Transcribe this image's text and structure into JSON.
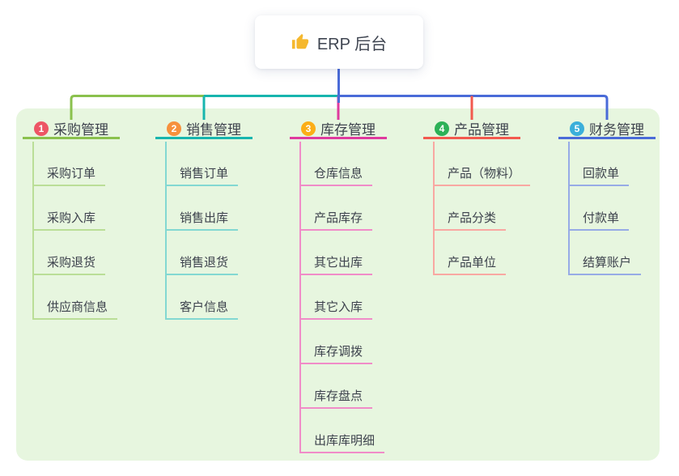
{
  "root": {
    "label": "ERP 后台",
    "icon": "thumbs-up-icon",
    "icon_color": "#f5b82e",
    "stem_color": "#4a6bd8"
  },
  "panel": {
    "background": "#e7f6df"
  },
  "text_color": "#3d424d",
  "branches": [
    {
      "badge": "1",
      "badge_color": "#ed5565",
      "label": "采购管理",
      "line_color": "#8ac14d",
      "child_line_color": "#bade97",
      "children": [
        "采购订单",
        "采购入库",
        "采购退货",
        "供应商信息"
      ]
    },
    {
      "badge": "2",
      "badge_color": "#f6913d",
      "label": "销售管理",
      "line_color": "#17b5ae",
      "child_line_color": "#83d8d2",
      "children": [
        "销售订单",
        "销售出库",
        "销售退货",
        "客户信息"
      ]
    },
    {
      "badge": "3",
      "badge_color": "#fbae17",
      "label": "库存管理",
      "line_color": "#df3a9e",
      "child_line_color": "#f08cc8",
      "children": [
        "仓库信息",
        "产品库存",
        "其它出库",
        "其它入库",
        "库存调拨",
        "库存盘点",
        "出库库明细"
      ]
    },
    {
      "badge": "4",
      "badge_color": "#2db157",
      "label": "产品管理",
      "line_color": "#f2594e",
      "child_line_color": "#f9a8a2",
      "children": [
        "产品（物料）",
        "产品分类",
        "产品单位"
      ]
    },
    {
      "badge": "5",
      "badge_color": "#3bafda",
      "label": "财务管理",
      "line_color": "#4a6bd8",
      "child_line_color": "#97abe6",
      "children": [
        "回款单",
        "付款单",
        "结算账户"
      ]
    }
  ]
}
